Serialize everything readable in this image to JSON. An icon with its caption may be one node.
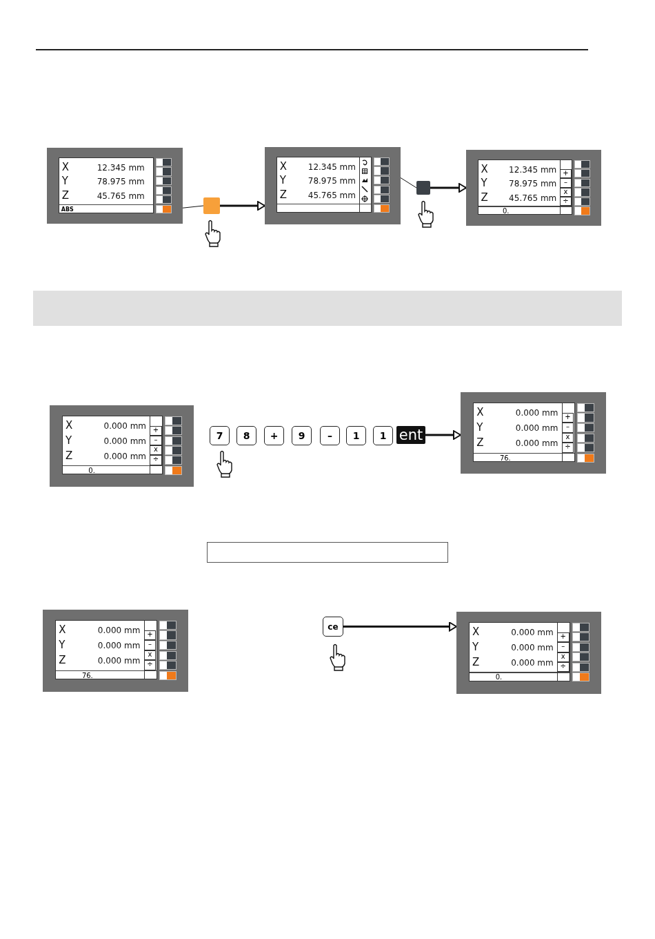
{
  "diagram": {
    "nodes": [
      {
        "text": [
          "X",
          "12.345 mm",
          "Y",
          "78.975 mm",
          "Z",
          "45.765 mm",
          "ABS"
        ]
      },
      {
        "text": [],
        "shape": "box",
        "in": 0
      },
      {
        "text": [],
        "shape": "box"
      },
      {
        "text": [
          "X",
          "12.345 mm",
          "Y",
          "78.975 mm",
          "Z",
          "45.765 mm"
        ]
      },
      {
        "text": [],
        "shape": "box",
        "in": 3
      },
      {
        "text": [],
        "shape": "box"
      },
      {
        "text": [
          "X",
          "12.345 mm",
          "Y",
          "78.975 mm",
          "Z",
          "45.765 mm",
          "0.",
          "+",
          "–",
          "x",
          "÷"
        ]
      },
      {
        "text": [
          "X",
          "0.000 mm",
          "Y",
          "0.000 mm",
          "Z",
          "0.000 mm",
          "0.",
          "+",
          "–",
          "x",
          "÷"
        ]
      },
      {
        "text": [
          "7"
        ]
      },
      {
        "text": [
          "8"
        ]
      },
      {
        "text": [
          "+"
        ]
      },
      {
        "text": [
          "9"
        ]
      },
      {
        "text": [
          "–"
        ]
      },
      {
        "text": [
          "1"
        ]
      },
      {
        "text": [
          "1"
        ]
      },
      {
        "text": [
          "ent"
        ]
      },
      {
        "text": [
          "X",
          "0.000 mm",
          "Y",
          "0.000 mm",
          "Z",
          "0.000 mm",
          "76.",
          "+",
          "–",
          "x",
          "÷"
        ]
      },
      {
        "text": [
          "X",
          "0.000 mm",
          "Y",
          "0.000 mm",
          "Z",
          "0.000 mm",
          "76.",
          "+",
          "–",
          "x",
          "÷"
        ]
      },
      {
        "text": [
          "ce"
        ]
      },
      {
        "text": [
          "X",
          "0.000 mm",
          "Y",
          "0.000 mm",
          "Z",
          "0.000 mm",
          "0.",
          "+",
          "–",
          "x",
          "÷"
        ]
      },
      {
        "text": [],
        "shape": "bar"
      },
      {
        "text": [],
        "shape": "box"
      }
    ],
    "edges": [
      {
        "from": 1,
        "to": 2,
        "arrow": "none"
      },
      {
        "from": 2,
        "to": 3,
        "arrow": "to"
      },
      {
        "from": 4,
        "to": 5,
        "arrow": "none"
      },
      {
        "from": 5,
        "to": 6,
        "arrow": "to"
      },
      {
        "from": 15,
        "to": 16,
        "arrow": "to"
      },
      {
        "from": 18,
        "to": 19,
        "arrow": "to"
      }
    ]
  }
}
